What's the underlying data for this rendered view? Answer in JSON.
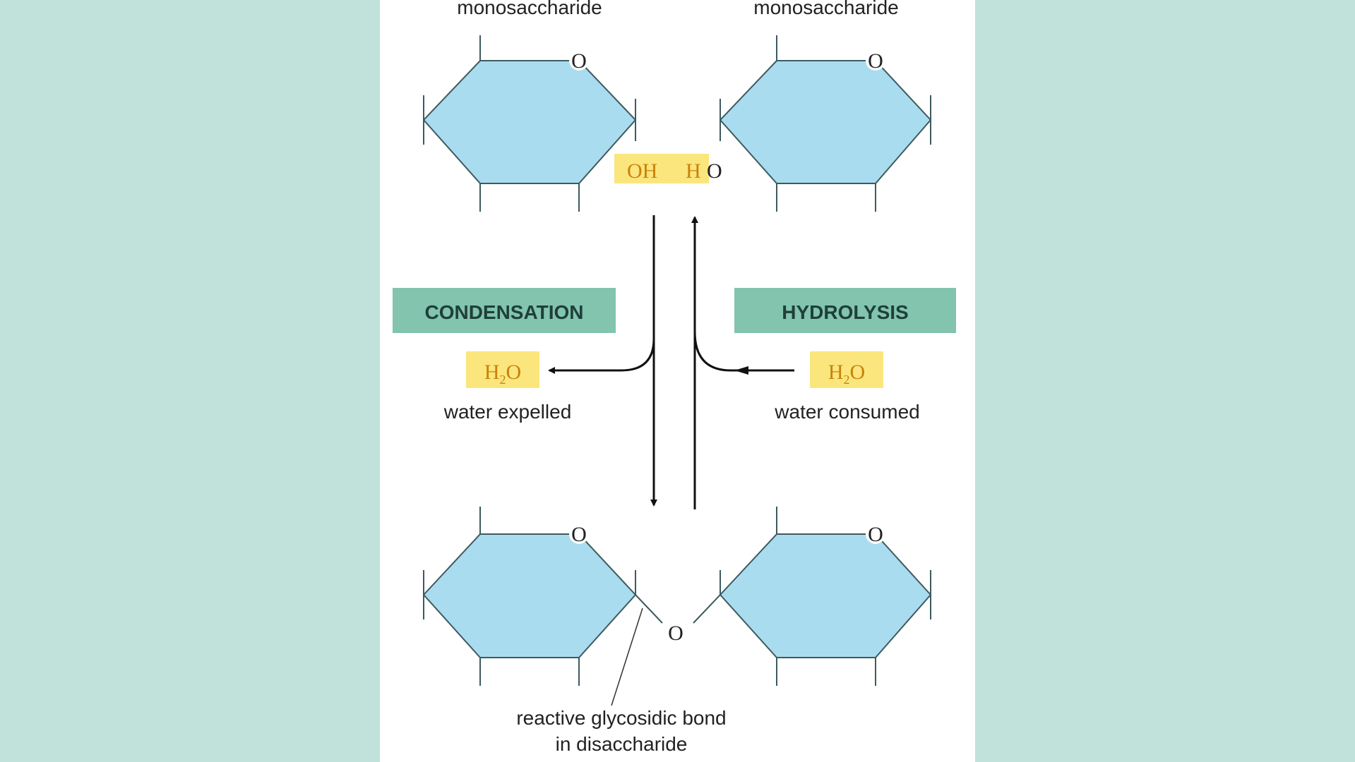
{
  "labels": {
    "mono_left": "monosaccharide",
    "mono_right": "monosaccharide",
    "condensation": "CONDENSATION",
    "hydrolysis": "HYDROLYSIS",
    "water_expelled": "water expelled",
    "water_consumed": "water consumed",
    "bond_line1": "reactive glycosidic bond",
    "bond_line2": "in disaccharide"
  },
  "atoms": {
    "ring_oxygen": "O",
    "oh": "OH",
    "h": "H",
    "o": "O",
    "h2o_h": "H",
    "h2o_sub": "2",
    "h2o_o": "O",
    "bridge_oxygen": "O"
  },
  "colors": {
    "background": "#c0e2da",
    "panel": "#ffffff",
    "ring_fill": "#a9dcee",
    "ring_stroke": "#3e5a60",
    "label_box": "#82c4ad",
    "water_highlight": "#fbe67d",
    "atom_orange": "#c8820a",
    "arrow": "#111111"
  }
}
